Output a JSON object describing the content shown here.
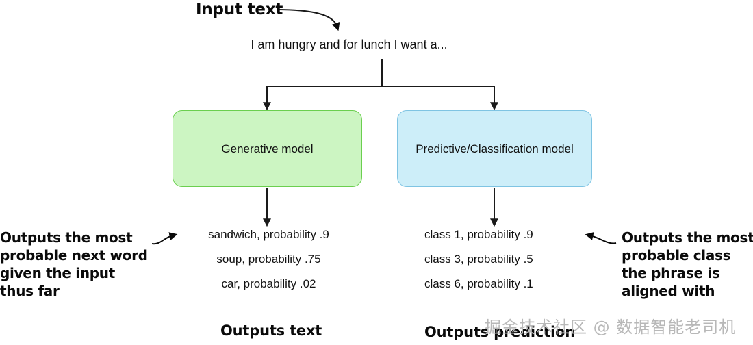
{
  "diagram": {
    "title_label": "Input text",
    "input_sentence": "I am hungry and for lunch I want a...",
    "branches": [
      {
        "id": "generative",
        "box_label": "Generative model",
        "box_fill": "#ccf5c2",
        "box_border": "#6bcf4f",
        "annotation": "Outputs the most probable next word given the input thus far",
        "annotation_lines": [
          "Outputs the most",
          "probable next word",
          "given the input",
          "thus far"
        ],
        "outputs": [
          "sandwich, probability .9",
          "soup, probability .75",
          "car, probability .02"
        ],
        "caption": "Outputs text"
      },
      {
        "id": "predictive",
        "box_label": "Predictive/Classification model",
        "box_fill": "#cdeef9",
        "box_border": "#7fc4e3",
        "annotation": "Outputs the most probable class the phrase is aligned with",
        "annotation_lines": [
          "Outputs the most",
          "probable class",
          "the phrase is",
          "aligned with"
        ],
        "outputs": [
          "class 1, probability .9",
          "class 3, probability .5",
          "class 6, probability .1"
        ],
        "caption": "Outputs prediction"
      }
    ],
    "watermark": "掘金技术社区 @ 数据智能老司机",
    "colors": {
      "background": "#ffffff",
      "text": "#111111",
      "arrow": "#1a1a1a"
    }
  }
}
